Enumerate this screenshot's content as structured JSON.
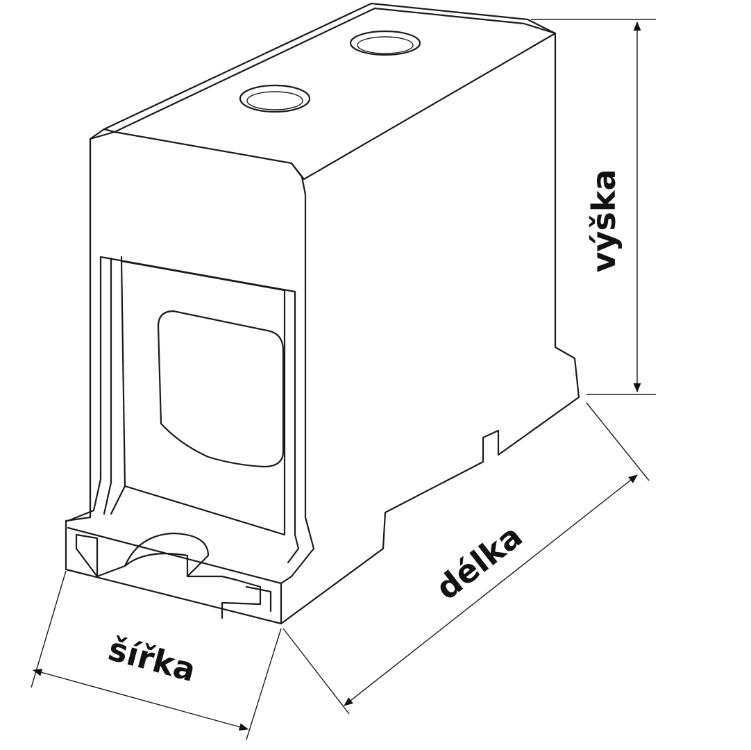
{
  "diagram": {
    "dimensions": {
      "height_label": "výška",
      "length_label": "délka",
      "width_label": "šířka"
    },
    "colors": {
      "stroke": "#1a1a1a",
      "background": "#ffffff"
    }
  }
}
